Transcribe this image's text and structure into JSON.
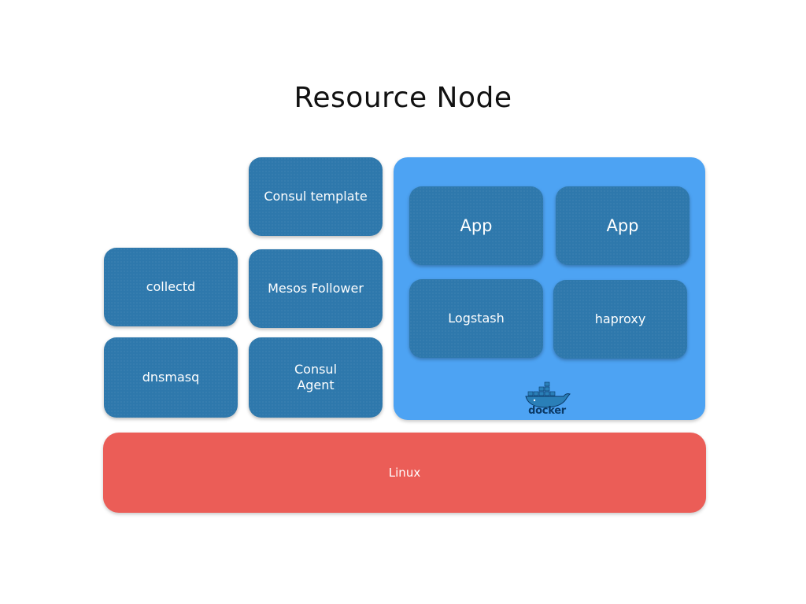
{
  "title": "Resource Node",
  "components": {
    "consul_template": "Consul template",
    "collectd": "collectd",
    "mesos_follower": "Mesos Follower",
    "dnsmasq": "dnsmasq",
    "consul_agent": "Consul\nAgent"
  },
  "docker": {
    "logo_label": "docker",
    "icon": "docker-whale-icon",
    "containers": {
      "app_1": "App",
      "app_2": "App",
      "logstash": "Logstash",
      "haproxy": "haproxy"
    }
  },
  "base": {
    "linux": "Linux"
  },
  "colors": {
    "component_blue": "#2e78ac",
    "docker_panel_blue": "#4da3f3",
    "linux_red": "#eb5d57"
  }
}
